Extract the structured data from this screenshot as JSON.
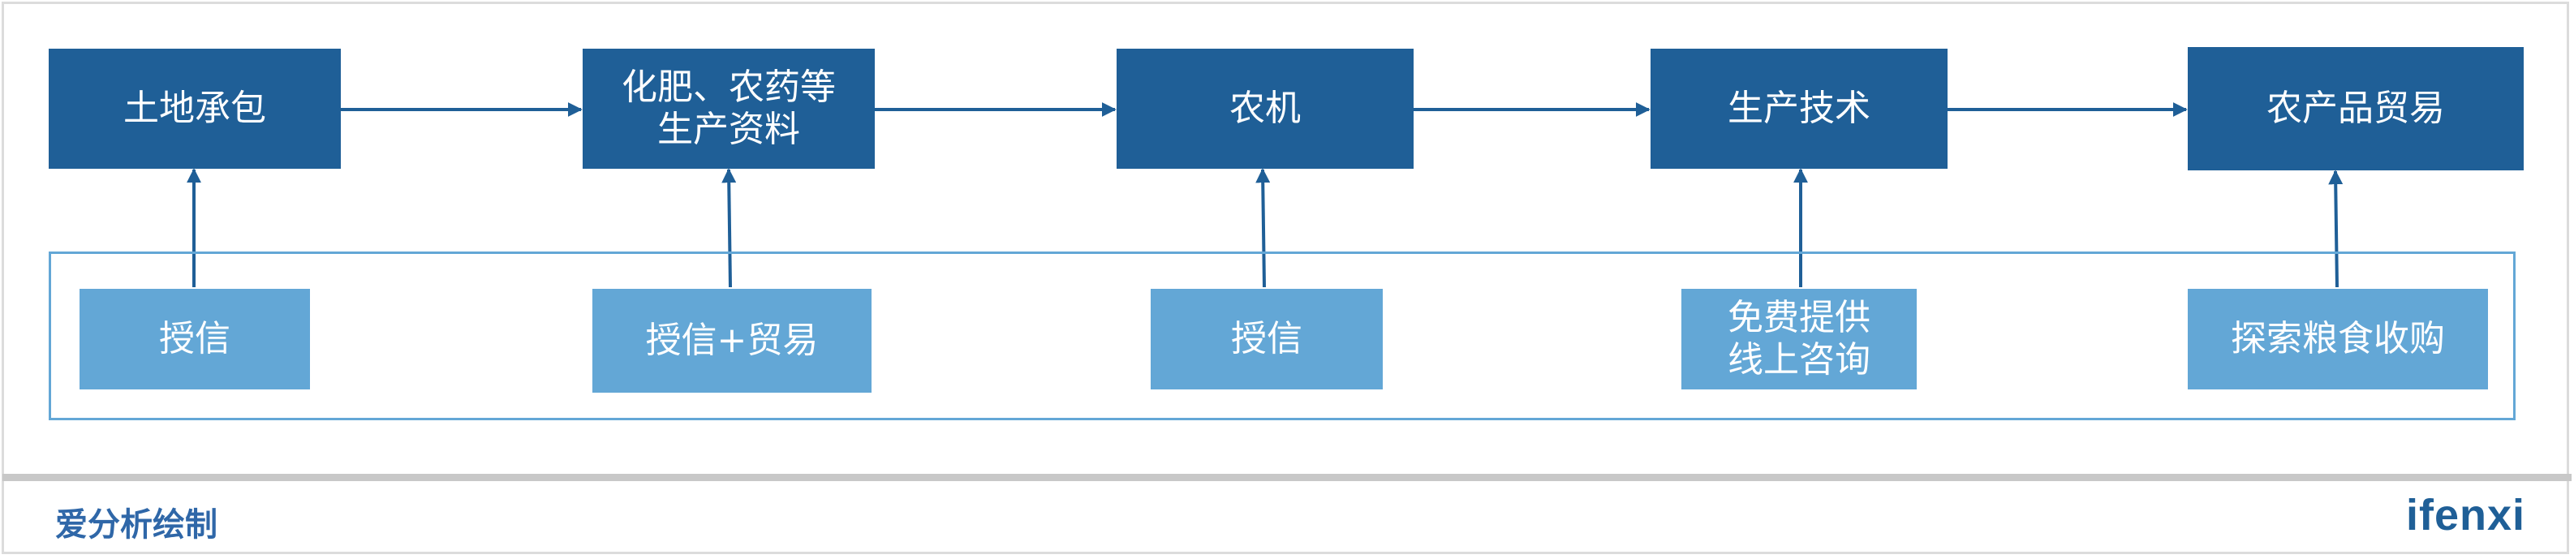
{
  "stages": [
    {
      "id": "land",
      "label": "土地承包"
    },
    {
      "id": "inputs",
      "label": "化肥、农药等\n生产资料"
    },
    {
      "id": "machinery",
      "label": "农机"
    },
    {
      "id": "tech",
      "label": "生产技术"
    },
    {
      "id": "trade",
      "label": "农产品贸易"
    }
  ],
  "supports": [
    {
      "id": "credit-1",
      "label": "授信"
    },
    {
      "id": "credit-trade",
      "label": "授信+贸易"
    },
    {
      "id": "credit-2",
      "label": "授信"
    },
    {
      "id": "consult",
      "label": "免费提供\n线上咨询"
    },
    {
      "id": "grain",
      "label": "探索粮食收购"
    }
  ],
  "colors": {
    "stage": "#1f5f97",
    "support": "#63a7d6",
    "arrow": "#1f5f97"
  },
  "footer": {
    "source": "爱分析绘制",
    "logo": "ifenxi"
  }
}
